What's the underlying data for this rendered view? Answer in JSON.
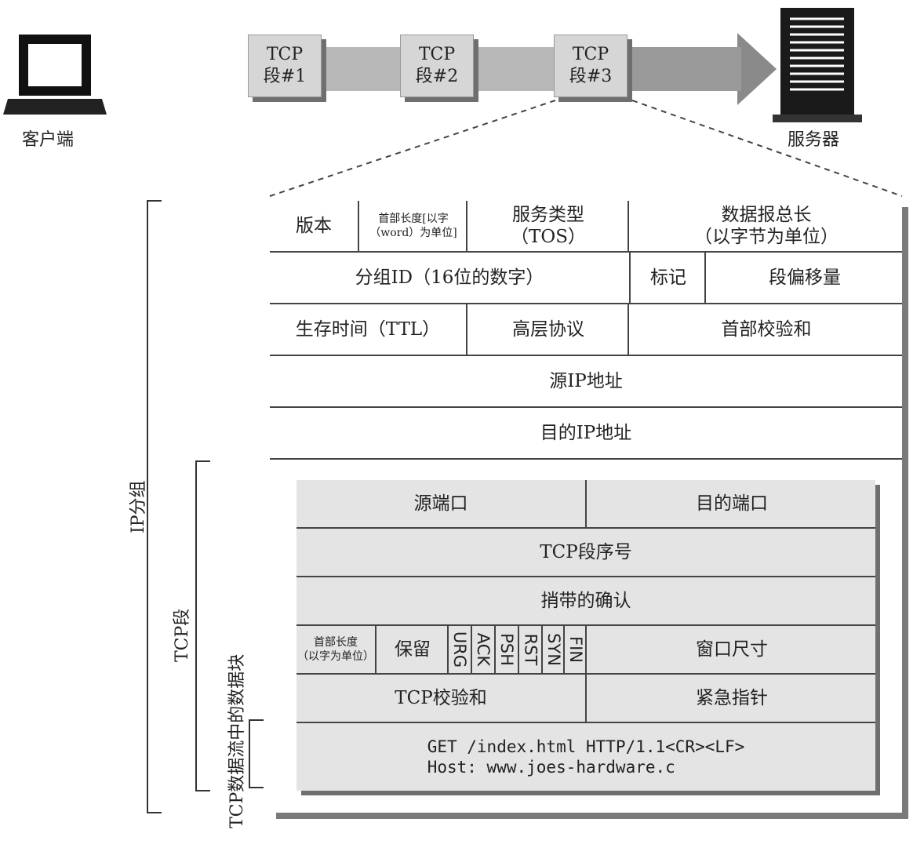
{
  "top": {
    "client_label": "客户端",
    "server_label": "服务器",
    "segments": [
      {
        "line1": "TCP",
        "line2": "段#1"
      },
      {
        "line1": "TCP",
        "line2": "段#2"
      },
      {
        "line1": "TCP",
        "line2": "段#3"
      }
    ]
  },
  "brackets": {
    "ip_packet": "IP分组",
    "tcp_segment": "TCP段",
    "data_chunk": "TCP数据流中的数据块"
  },
  "ip_header": {
    "version": "版本",
    "header_length": [
      "首部长度[以字",
      "（word）为单位]"
    ],
    "tos": [
      "服务类型",
      "（TOS）"
    ],
    "total_length": [
      "数据报总长",
      "（以字节为单位）"
    ],
    "packet_id": "分组ID（16位的数字）",
    "flags": "标记",
    "fragment_offset": "段偏移量",
    "ttl": "生存时间（TTL）",
    "protocol": "高层协议",
    "checksum": "首部校验和",
    "source_ip": "源IP地址",
    "dest_ip": "目的IP地址"
  },
  "tcp_header": {
    "source_port": "源端口",
    "dest_port": "目的端口",
    "seq": "TCP段序号",
    "ack": "捎带的确认",
    "header_length": [
      "首部长度",
      "（以字为单位）"
    ],
    "reserved": "保留",
    "flags": [
      "URG",
      "ACK",
      "PSH",
      "RST",
      "SYN",
      "FIN"
    ],
    "window": "窗口尺寸",
    "checksum": "TCP校验和",
    "urgent": "紧急指针",
    "data": [
      "GET /index.html HTTP/1.1<CR><LF>",
      "Host: www.joes-hardware.c"
    ]
  }
}
